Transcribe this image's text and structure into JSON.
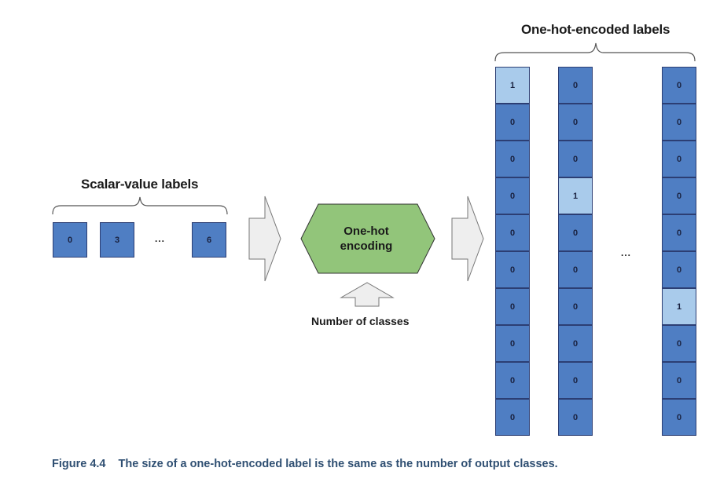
{
  "scalar": {
    "title": "Scalar-value labels",
    "cells": [
      "0",
      "3",
      "6"
    ],
    "ellipsis": "..."
  },
  "encoder": {
    "label_line1": "One-hot",
    "label_line2": "encoding",
    "input_label": "Number of classes"
  },
  "onehot": {
    "title": "One-hot-encoded labels",
    "ellipsis": "...",
    "columns": [
      [
        "1",
        "0",
        "0",
        "0",
        "0",
        "0",
        "0",
        "0",
        "0",
        "0"
      ],
      [
        "0",
        "0",
        "0",
        "1",
        "0",
        "0",
        "0",
        "0",
        "0",
        "0"
      ],
      [
        "0",
        "0",
        "0",
        "0",
        "0",
        "0",
        "1",
        "0",
        "0",
        "0"
      ]
    ]
  },
  "caption": {
    "figure_number": "Figure 4.4",
    "text": "The size of a one-hot-encoded label is the same as the number of output classes."
  },
  "colors": {
    "cell": "#4f7ec3",
    "hot_cell": "#a9cbeb",
    "encoder_fill": "#92c57a",
    "caption": "#2f4f72"
  }
}
